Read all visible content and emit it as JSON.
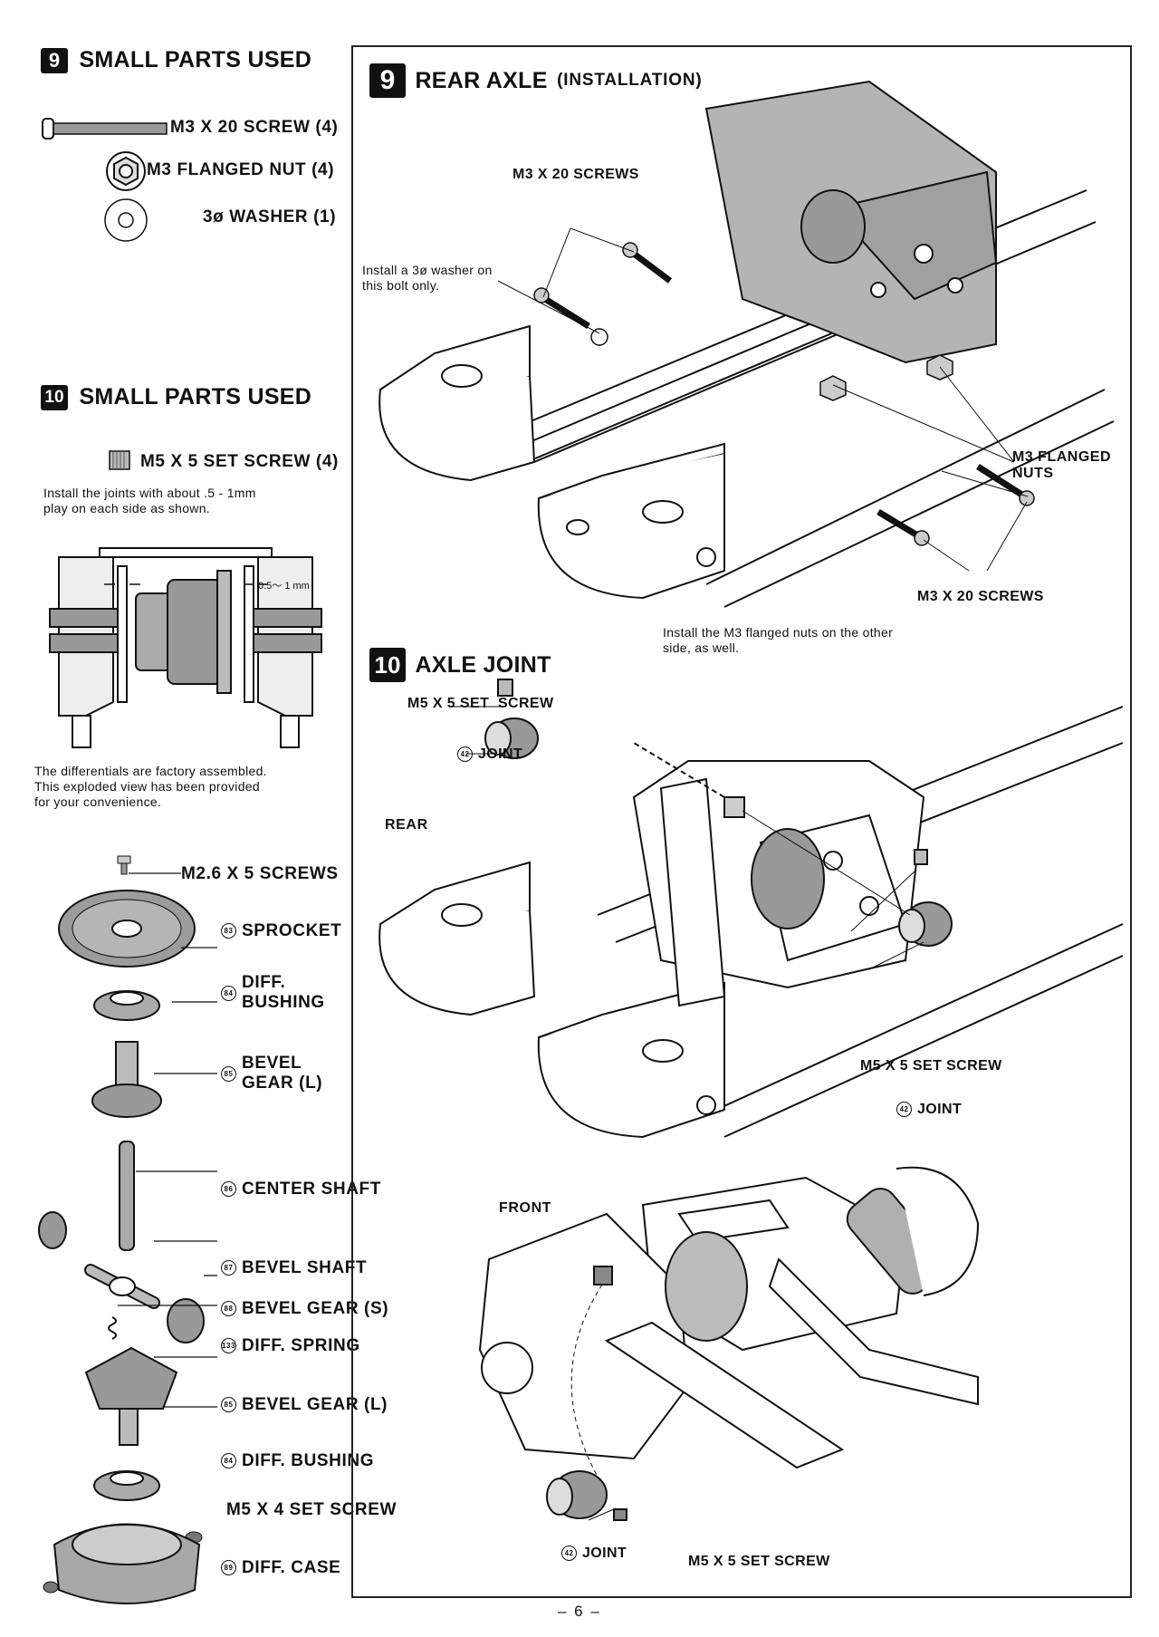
{
  "left": {
    "s9": {
      "badge": "9",
      "title": "SMALL PARTS USED",
      "parts": [
        {
          "label": "M3 X 20 SCREW (4)",
          "icon": "long-screw-icon"
        },
        {
          "label": "M3 FLANGED NUT (4)",
          "icon": "flanged-nut-icon"
        },
        {
          "label": "3ø WASHER (1)",
          "icon": "washer-icon"
        }
      ]
    },
    "s10": {
      "badge": "10",
      "title": "SMALL PARTS USED",
      "part": "M5 X 5 SET SCREW (4)",
      "note": "Install the joints with about .5 - 1mm\nplay on each side as shown.",
      "gap_label": "0.5〜 1 mm"
    },
    "diff_note": "The differentials are factory assembled.\nThis exploded view has been provided\nfor your convenience.",
    "exploded": [
      {
        "num": "",
        "label": "M2.6 X 5 SCREWS"
      },
      {
        "num": "83",
        "label": "SPROCKET"
      },
      {
        "num": "84",
        "label": "DIFF.\nBUSHING"
      },
      {
        "num": "85",
        "label": "BEVEL\nGEAR (L)"
      },
      {
        "num": "86",
        "label": "CENTER SHAFT"
      },
      {
        "num": "87",
        "label": "BEVEL SHAFT"
      },
      {
        "num": "88",
        "label": "BEVEL GEAR (S)"
      },
      {
        "num": "133",
        "label": "DIFF. SPRING"
      },
      {
        "num": "85",
        "label": "BEVEL GEAR (L)"
      },
      {
        "num": "84",
        "label": "DIFF. BUSHING"
      },
      {
        "num": "",
        "label": "M5 X 4 SET SCREW"
      },
      {
        "num": "89",
        "label": "DIFF. CASE"
      }
    ]
  },
  "right": {
    "s9": {
      "badge": "9",
      "title": "REAR AXLE",
      "subtitle": "(INSTALLATION)",
      "callouts": {
        "screws_top": "M3 X 20 SCREWS",
        "washer_note": "Install a 3ø washer on\nthis bolt only.",
        "nuts": "M3 FLANGED\nNUTS",
        "screws_bottom": "M3 X 20 SCREWS",
        "nuts_note": "Install the M3 flanged nuts on the other\nside, as well."
      }
    },
    "s10": {
      "badge": "10",
      "title": "AXLE JOINT",
      "callouts": {
        "set_screw_top": "M5 X 5 SET  SCREW",
        "joint_top_num": "42",
        "joint_top": "JOINT",
        "rear": "REAR",
        "set_screw_mid": "M5 X 5 SET SCREW",
        "joint_mid_num": "42",
        "joint_mid": "JOINT",
        "front": "FRONT",
        "joint_bottom_num": "42",
        "joint_bottom": "JOINT",
        "set_screw_bottom": "M5 X 5 SET SCREW"
      }
    }
  },
  "page_number": "– 6 –"
}
